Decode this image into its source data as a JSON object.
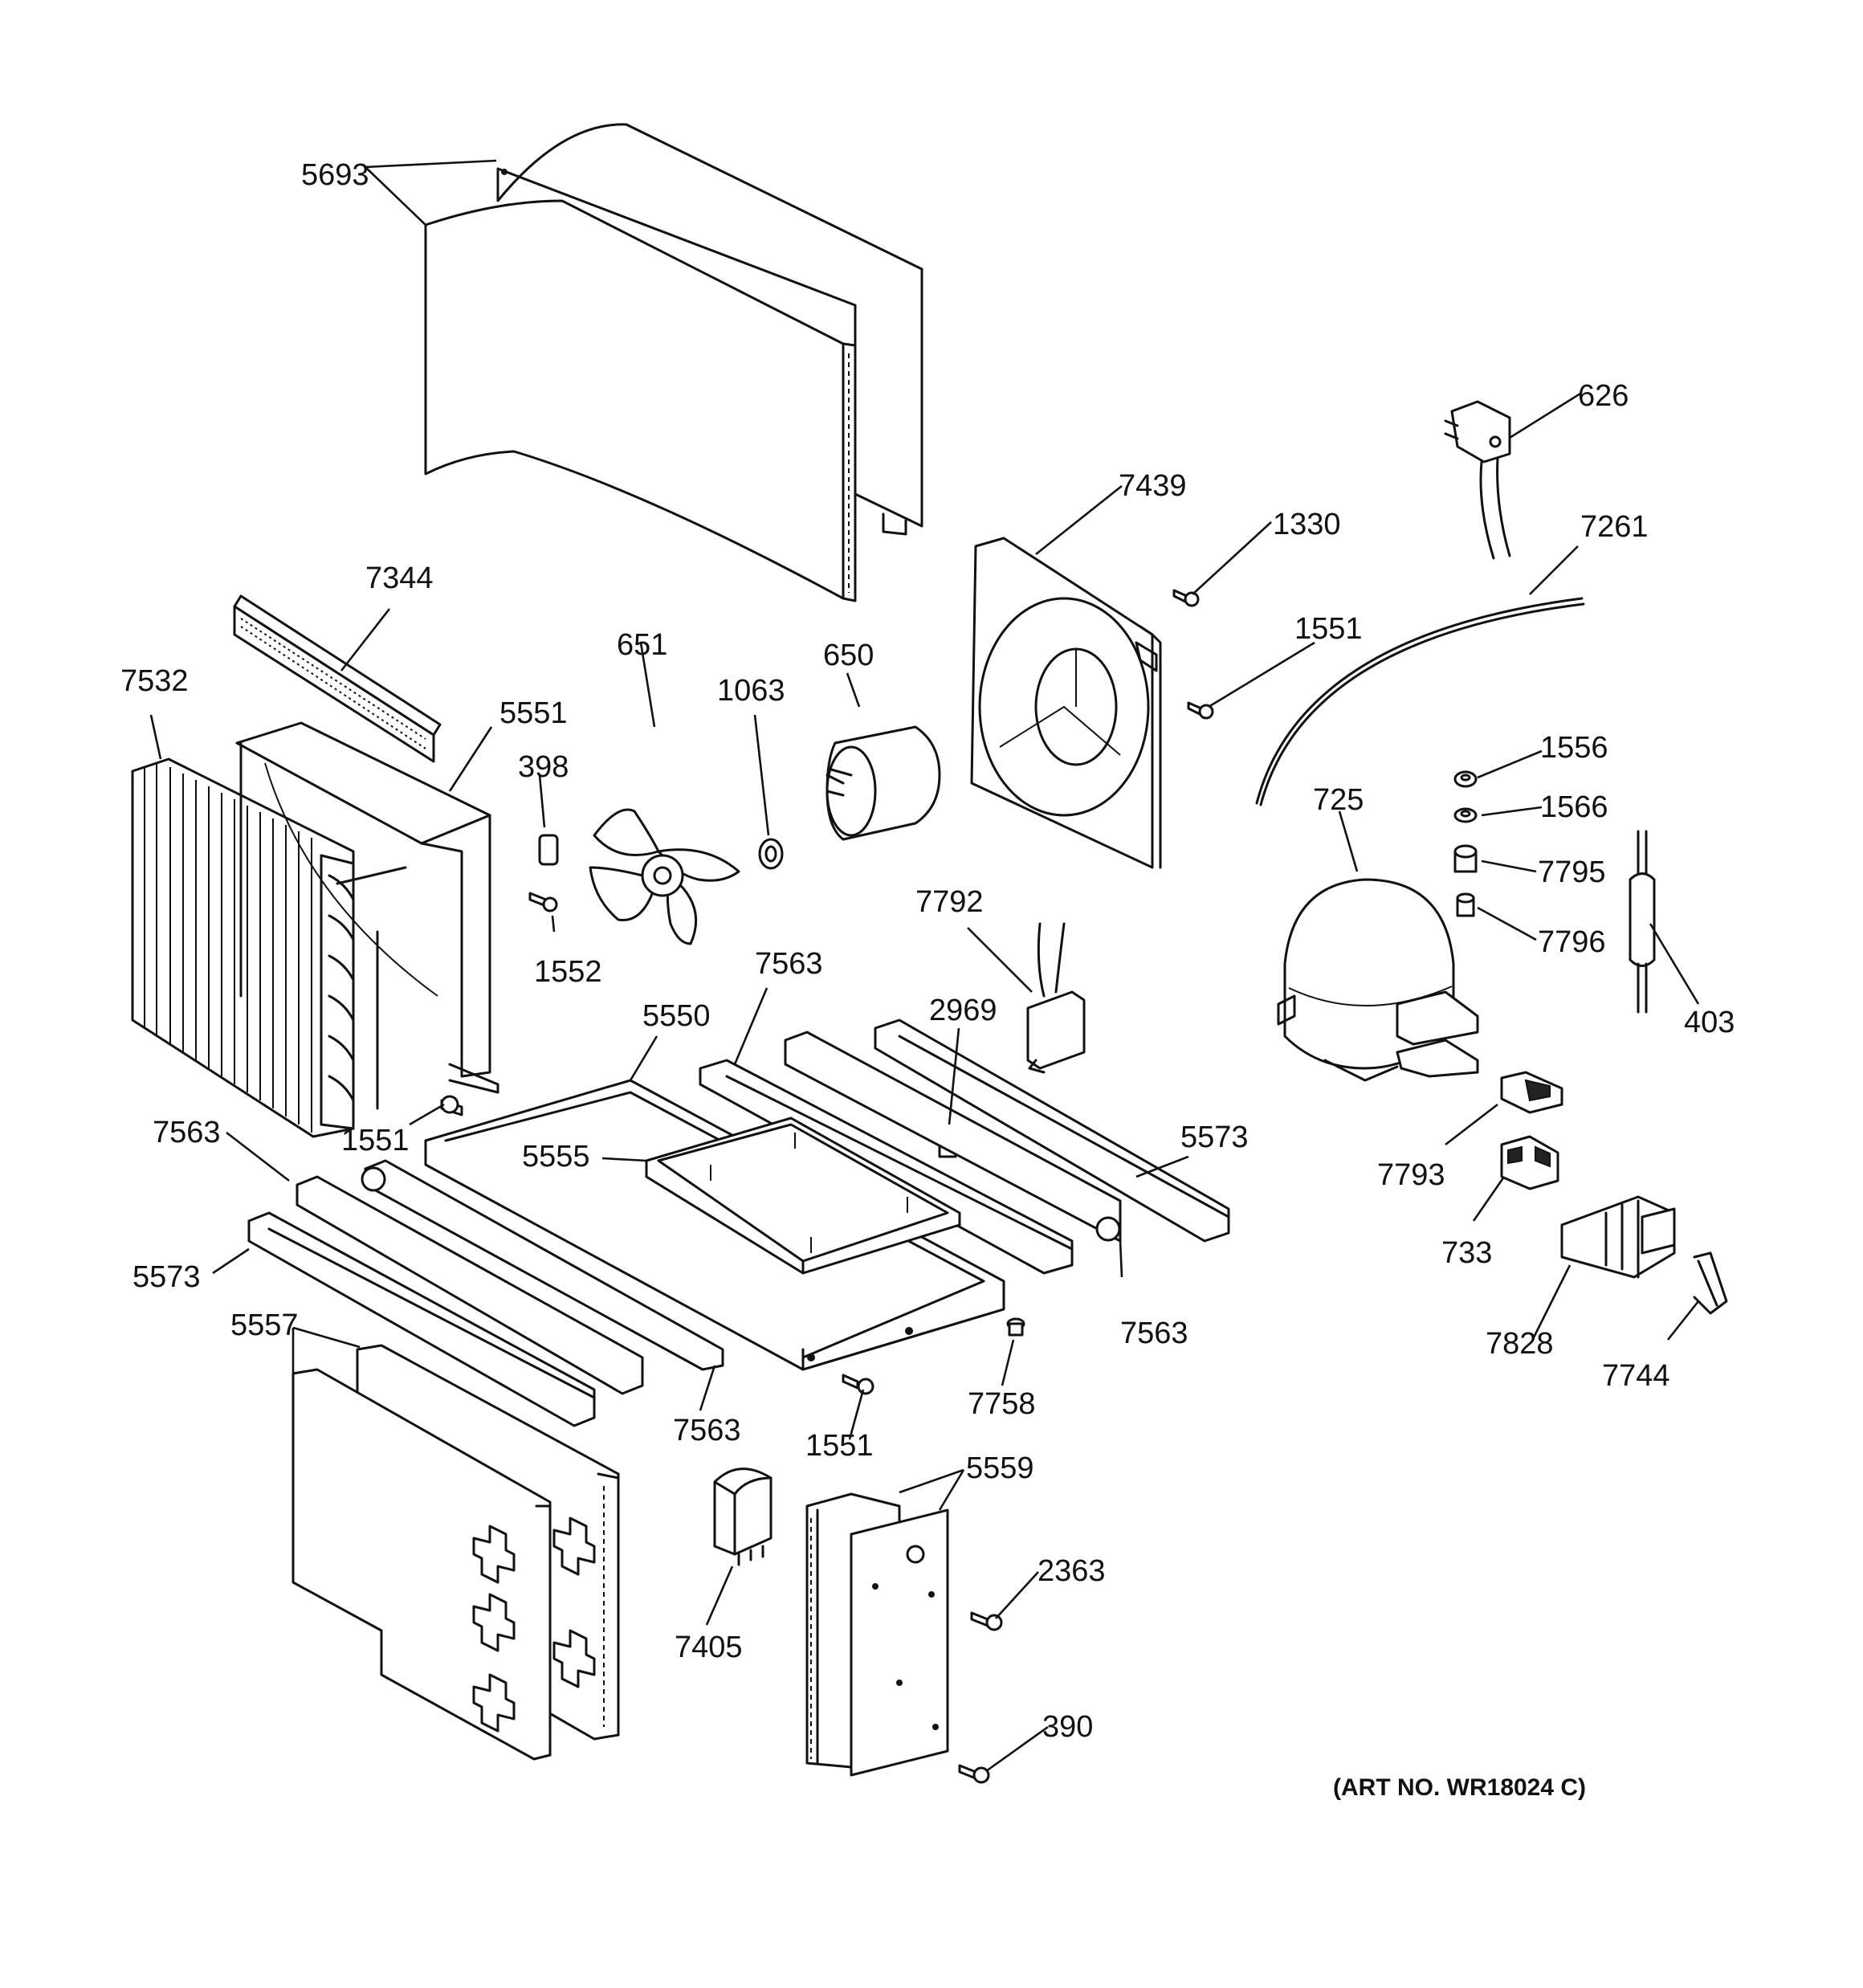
{
  "diagram": {
    "art_number": "(ART NO. WR18024 C)",
    "labels": {
      "p5693": "5693",
      "p626": "626",
      "p7439": "7439",
      "p1330": "1330",
      "p7261": "7261",
      "p7344": "7344",
      "p651": "651",
      "p650": "650",
      "p1063": "1063",
      "p1551a": "1551",
      "p7532": "7532",
      "p5551": "5551",
      "p398": "398",
      "p1556": "1556",
      "p1566": "1566",
      "p725": "725",
      "p7795": "7795",
      "p7796": "7796",
      "p1552": "1552",
      "p7792": "7792",
      "p403": "403",
      "p7563a": "7563",
      "p5550": "5550",
      "p2969": "2969",
      "p1551b": "1551",
      "p5573a": "5573",
      "p5555": "5555",
      "p7563b": "7563",
      "p7793": "7793",
      "p733": "733",
      "p5573b": "5573",
      "p7563c": "7563",
      "p7828": "7828",
      "p5557": "5557",
      "p7744": "7744",
      "p7758": "7758",
      "p7563d": "7563",
      "p1551c": "1551",
      "p5559": "5559",
      "p2363": "2363",
      "p7405": "7405",
      "p390": "390"
    }
  }
}
